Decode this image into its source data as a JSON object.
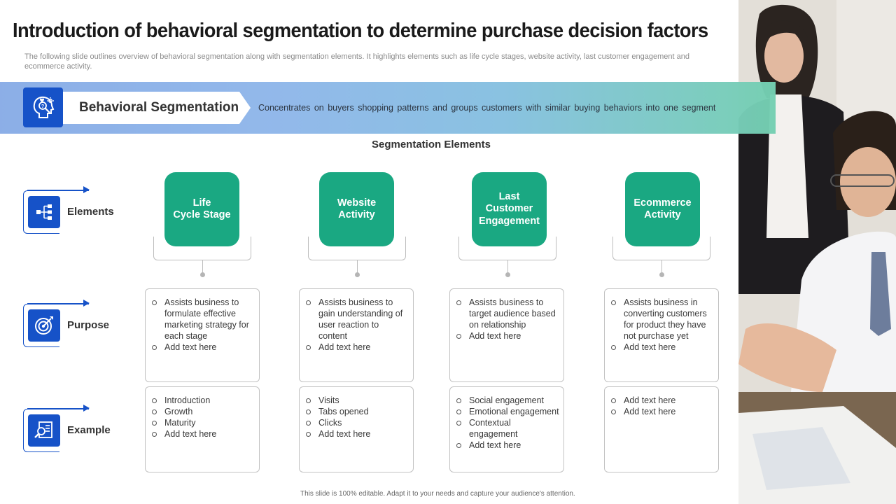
{
  "slide": {
    "title": "Introduction of behavioral segmentation to determine purchase decision factors",
    "subtitle": "The following slide outlines overview of behavioral segmentation along with segmentation elements. It highlights elements such as life cycle stages, website activity, last customer engagement and ecommerce activity."
  },
  "banner": {
    "label": "Behavioral Segmentation",
    "description": "Concentrates on buyers shopping patterns and groups customers with similar buying behaviors into one segment",
    "icon": "head-question-icon"
  },
  "segmentation_title": "Segmentation Elements",
  "rows": [
    {
      "label": "Elements",
      "icon": "hierarchy-icon"
    },
    {
      "label": "Purpose",
      "icon": "target-icon"
    },
    {
      "label": "Example",
      "icon": "document-search-icon"
    }
  ],
  "columns": [
    {
      "name": "Life\nCycle Stage",
      "purpose": [
        "Assists business to formulate effective marketing strategy for each stage",
        "Add text here"
      ],
      "examples": [
        "Introduction",
        "Growth",
        "Maturity",
        "Add text here"
      ]
    },
    {
      "name": "Website\nActivity",
      "purpose": [
        "Assists business to gain understanding of user reaction to content",
        "Add text here"
      ],
      "examples": [
        "Visits",
        "Tabs opened",
        "Clicks",
        "Add text here"
      ]
    },
    {
      "name": "Last\nCustomer\nEngagement",
      "purpose": [
        "Assists business to target audience based on relationship",
        "Add text here"
      ],
      "examples": [
        "Social engagement",
        "Emotional engagement",
        "Contextual engagement",
        "Add text here"
      ]
    },
    {
      "name": "Ecommerce\nActivity",
      "purpose": [
        "Assists business in converting customers for product they have not purchase yet",
        "Add text here"
      ],
      "examples": [
        "Add text here",
        "Add text here"
      ]
    }
  ],
  "footer": "This slide is 100% editable. Adapt it to your needs and capture your audience's attention.",
  "colors": {
    "accent_blue": "#1652c8",
    "accent_green": "#1aa882"
  }
}
